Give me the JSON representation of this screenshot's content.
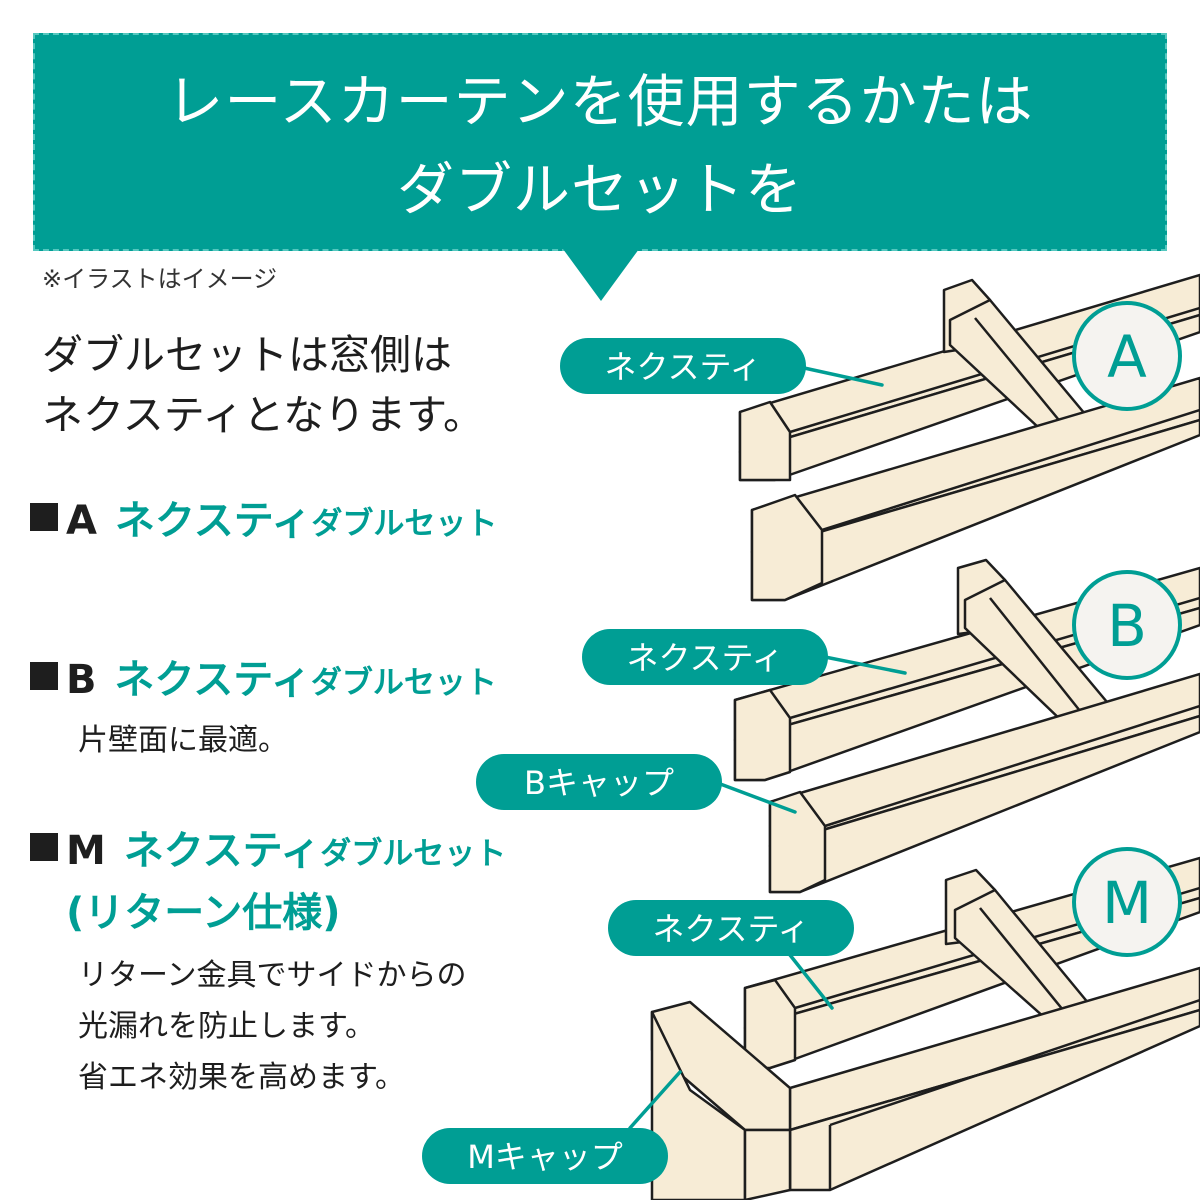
{
  "banner": {
    "title_line1": "レースカーテンを使用するかたは",
    "title_line2": "ダブルセットを"
  },
  "note": "※イラストはイメージ",
  "lead": {
    "line1": "ダブルセットは窓側は",
    "line2": "ネクスティとなります。"
  },
  "sections": [
    {
      "square": "■",
      "letter": "A",
      "name": "ネクスティ",
      "suffix": "ダブルセット"
    },
    {
      "square": "■",
      "letter": "B",
      "name": "ネクスティ",
      "suffix": "ダブルセット",
      "desc": "片壁面に最適。"
    },
    {
      "square": "■",
      "letter": "M",
      "name": "ネクスティ",
      "suffix": "ダブルセット",
      "sub": "(リターン仕様)",
      "desc_lines": [
        "リターン金具でサイドからの",
        "光漏れを防止します。",
        "省エネ効果を高めます。"
      ]
    }
  ],
  "diagram": {
    "badges": [
      "A",
      "B",
      "M"
    ],
    "labels": {
      "a_nexty": "ネクスティ",
      "b_nexty": "ネクスティ",
      "b_cap": "Bキャップ",
      "m_nexty": "ネクスティ",
      "m_cap": "Mキャップ"
    }
  },
  "colors": {
    "teal": "#009e94",
    "rail": "#f7ecd6",
    "badge_bg": "#f5f3f0",
    "outline": "#1e1e1e"
  }
}
